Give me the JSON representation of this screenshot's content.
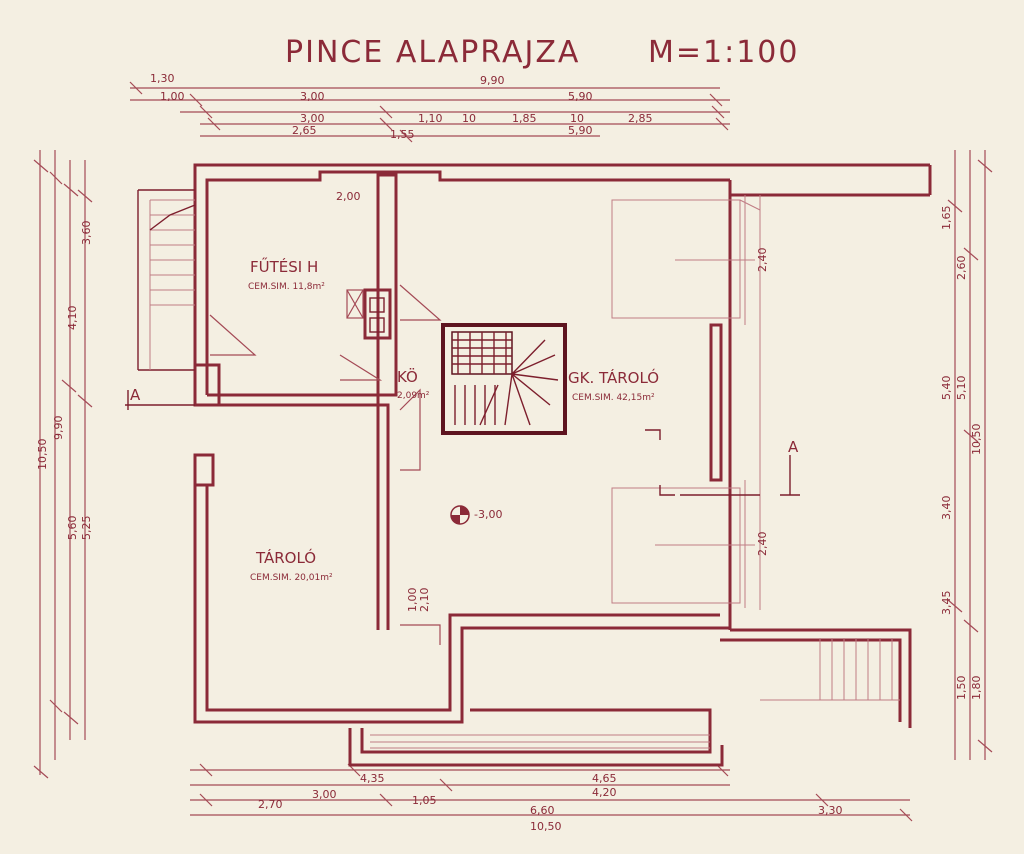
{
  "title": "PINCE ALAPRAJZA",
  "scale": "M=1:100",
  "colors": {
    "ink": "#8b2a38",
    "paper": "#f4efe2"
  },
  "rooms": {
    "futes": {
      "label": "FŰTÉSI H",
      "area": "CEM.SIM. 11,8m²"
    },
    "ko": {
      "label": "KÖ",
      "area": "2,09m²"
    },
    "gk": {
      "label": "GK. TÁROLÓ",
      "area": "CEM.SIM. 42,15m²"
    },
    "tarolo": {
      "label": "TÁROLÓ",
      "area": "CEM.SIM. 20,01m²"
    }
  },
  "level_mark": "-3,00",
  "section_mark": "A",
  "dims": {
    "top_1_30": "1,30",
    "top_9_90": "9,90",
    "top_1_00": "1,00",
    "top_3_00a": "3,00",
    "top_3_00b": "3,00",
    "top_2_65": "2,65",
    "top_1_10": "1,10",
    "top_10a": "10",
    "top_1_85": "1,85",
    "top_10b": "10",
    "top_5_90a": "5,90",
    "top_5_90b": "5,90",
    "top_2_85": "2,85",
    "top_1_55": "1,55",
    "bot_4_35": "4,35",
    "bot_4_65": "4,65",
    "bot_4_20": "4,20",
    "bot_2_70": "2,70",
    "bot_3_00": "3,00",
    "bot_1_05": "1,05",
    "bot_6_60": "6,60",
    "bot_10_50": "10,50",
    "bot_3_30": "3,30",
    "left_10_50": "10,50",
    "left_9_90": "9,90",
    "left_4_10": "4,10",
    "left_3_60": "3,60",
    "left_5_60": "5,60",
    "left_5_25": "5,25",
    "right_1_65": "1,65",
    "right_2_60": "2,60",
    "right_5_40": "5,40",
    "right_5_10": "5,10",
    "right_10_50": "10,50",
    "right_3_40": "3,40",
    "right_3_45": "3,45",
    "right_1_50": "1,50",
    "right_1_80": "1,80",
    "door_2_40a": "2,40",
    "door_2_40b": "2,40",
    "door_2_10": "2,10",
    "door_1_00": "1,00",
    "door_2_00": "2,00"
  }
}
